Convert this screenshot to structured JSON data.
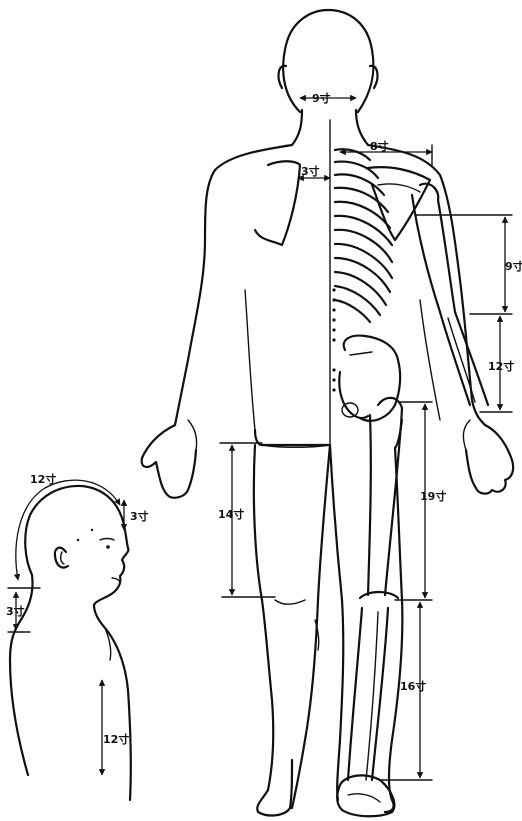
{
  "colors": {
    "ink": "#111111",
    "paper": "#ffffff"
  },
  "labels": {
    "neck_width": "9寸",
    "shoulder_blade": "8寸",
    "spine_to_scapula": "3寸",
    "upper_arm": "9寸",
    "forearm": "12寸",
    "thigh": "19寸",
    "lower_leg": "16寸",
    "buttock_to_knee": "14寸",
    "head_arc": "12寸",
    "brow_to_hairline": "3寸",
    "neck_back": "3寸",
    "chest_side": "12寸"
  }
}
